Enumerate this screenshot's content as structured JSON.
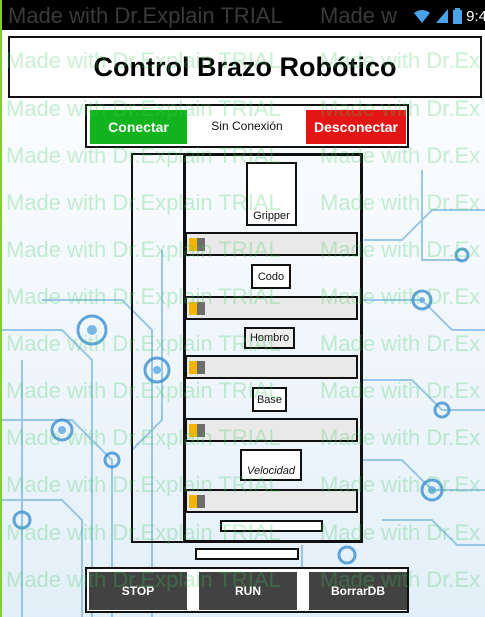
{
  "status_bar": {
    "watermark": "Made with Dr.Explain TRIAL",
    "watermark_2": "Made w",
    "time": "9:4",
    "icons": [
      "wifi-icon",
      "signal-icon",
      "battery-icon"
    ]
  },
  "title": "Control Brazo Robótico",
  "connection": {
    "connect_label": "Conectar",
    "status": "Sin Conexión",
    "disconnect_label": "Desconectar",
    "connect_color": "#12b41e",
    "disconnect_color": "#e31515"
  },
  "controls": [
    {
      "label": "Gripper",
      "value": 0
    },
    {
      "label": "Codo",
      "value": 0
    },
    {
      "label": "Hombro",
      "value": 0
    },
    {
      "label": "Base",
      "value": 0
    },
    {
      "label": "Velocidad",
      "value": 0
    }
  ],
  "bottom_buttons": {
    "stop": "STOP",
    "run": "RUN",
    "clear_db": "BorrarDB"
  },
  "watermark": {
    "text": "Made with Dr.Explain TRIAL",
    "text_short": "Made with Dr.Ex"
  }
}
